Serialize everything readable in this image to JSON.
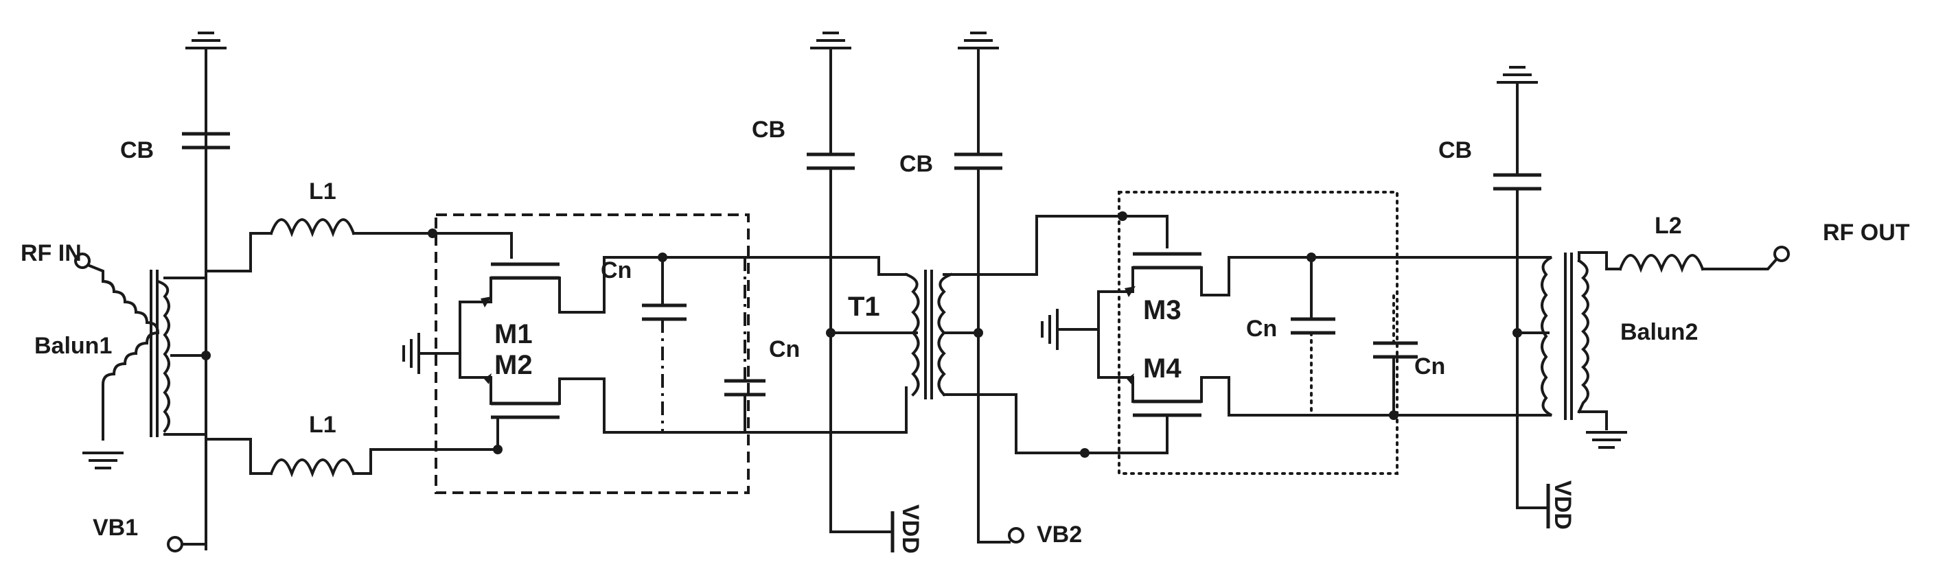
{
  "labels": {
    "rf_in": "RF IN",
    "rf_out": "RF OUT",
    "balun1": "Balun1",
    "balun2": "Balun2",
    "vb1": "VB1",
    "vb2": "VB2",
    "vdd": "VDD",
    "cb": "CB",
    "l1": "L1",
    "l2": "L2",
    "cn": "Cn",
    "t1": "T1",
    "m1": "M1",
    "m2": "M2",
    "m3": "M3",
    "m4": "M4"
  }
}
